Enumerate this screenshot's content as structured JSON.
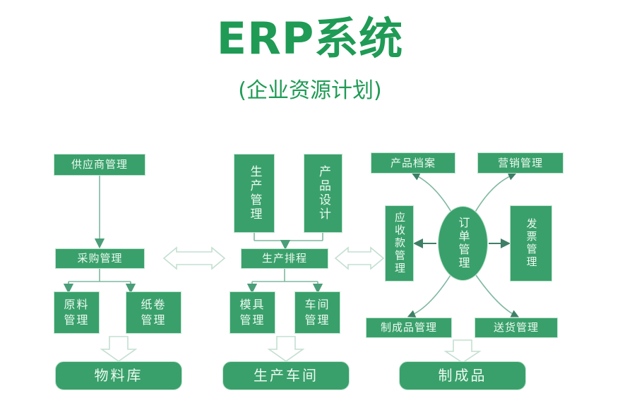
{
  "header": {
    "title": "ERP系统",
    "subtitle": "(企业资源计划)"
  },
  "colors": {
    "node_fill": "#3aa06b",
    "node_border": "#bfe4cf",
    "node_text": "#ecfaf1",
    "title_text": "#1f9b55",
    "line": "#7fb8a0",
    "hollow_arrow_stroke": "#b9d9c8",
    "background": "#ffffff"
  },
  "diagram": {
    "procurement_branch": {
      "supplier_management": "供应商管理",
      "purchase_management": "采购管理",
      "raw_material_management": "原料\n管理",
      "paper_roll_management": "纸卷\n管理",
      "material_warehouse": "物料库"
    },
    "production_branch": {
      "production_management": "生产管理",
      "product_design": "产品设计",
      "production_scheduling": "生产排程",
      "mold_management": "模具\n管理",
      "workshop_management": "车间\n管理",
      "production_workshop": "生产车间"
    },
    "order_branch": {
      "product_archive": "产品档案",
      "marketing_management": "营销管理",
      "receivables_management": "应收款管理",
      "order_management": "订单管理",
      "invoice_management": "发票管理",
      "finished_goods_management": "制成品管理",
      "delivery_management": "送货管理",
      "finished_goods": "制成品"
    }
  }
}
